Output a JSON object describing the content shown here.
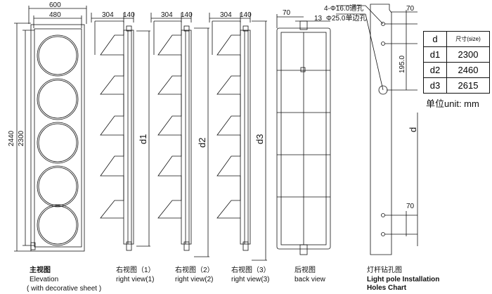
{
  "dimensions": {
    "front_width_outer": "600",
    "front_width_inner": "480",
    "front_height_outer": "2440",
    "front_height_inner": "2300",
    "side_depth": "304",
    "side_width": "140",
    "side_labels": [
      "d1",
      "d2",
      "d3"
    ],
    "back_top": "70",
    "pole_offset_top": "70",
    "pole_spacing": "195.0",
    "pole_offset_bottom": "70",
    "pole_length_label": "d",
    "holes_line1": "4-Φ16.0通孔",
    "holes_line2_num": "13",
    "holes_line2": "Φ25.0单边孔"
  },
  "size_table": {
    "header": [
      "d",
      "尺寸(size)"
    ],
    "rows": [
      [
        "d1",
        "2300"
      ],
      [
        "d2",
        "2460"
      ],
      [
        "d3",
        "2615"
      ]
    ],
    "unit": "单位unit: mm"
  },
  "captions": {
    "front": {
      "cn": "主视图",
      "en": "Elevation",
      "note": "( with decorative sheet )"
    },
    "right1": {
      "cn": "右视图（1）",
      "en": "right view(1)"
    },
    "right2": {
      "cn": "右视图（2）",
      "en": "right view(2)"
    },
    "right3": {
      "cn": "右视图（3）",
      "en": "right view(3)"
    },
    "back": {
      "cn": "后视图",
      "en": "back view"
    },
    "pole": {
      "cn": "灯杆钻孔图",
      "en1": "Light pole Installation",
      "en2": "Holes Chart"
    }
  }
}
